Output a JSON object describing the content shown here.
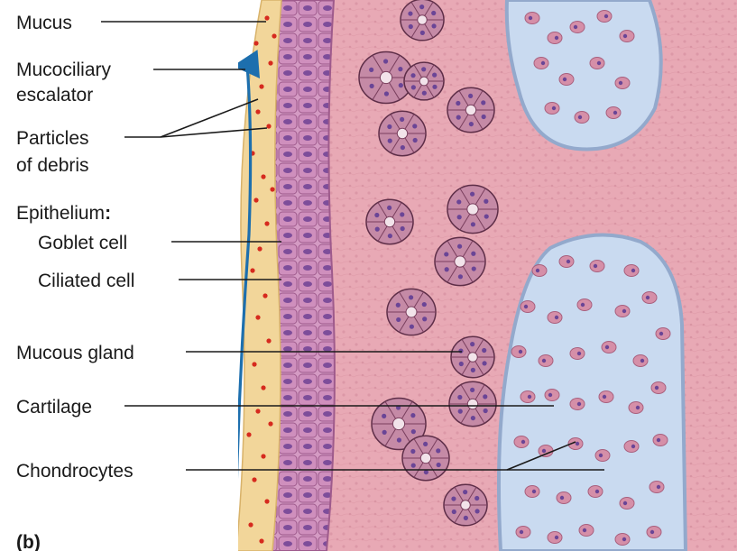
{
  "diagram": {
    "panel_label": "(b)",
    "labels": {
      "mucus": "Mucus",
      "escalator_line1": "Mucociliary",
      "escalator_line2": "escalator",
      "debris_line1": "Particles",
      "debris_line2": "of debris",
      "epithelium": "Epithelium",
      "epithelium_colon": ":",
      "goblet": "Goblet cell",
      "ciliated": "Ciliated cell",
      "mucous_gland": "Mucous gland",
      "cartilage": "Cartilage",
      "chondrocytes": "Chondrocytes"
    },
    "colors": {
      "tissue": "#e8a8b4",
      "mucus": "#f2d69a",
      "debris": "#d62a1e",
      "epithelium": "#c77ab0",
      "arrow": "#1d6fae",
      "cartilage": "#c9daf0",
      "cartilage_edge": "#93a9cc",
      "gland": "#b5628a",
      "chondrocyte": "#d58fa8"
    }
  }
}
